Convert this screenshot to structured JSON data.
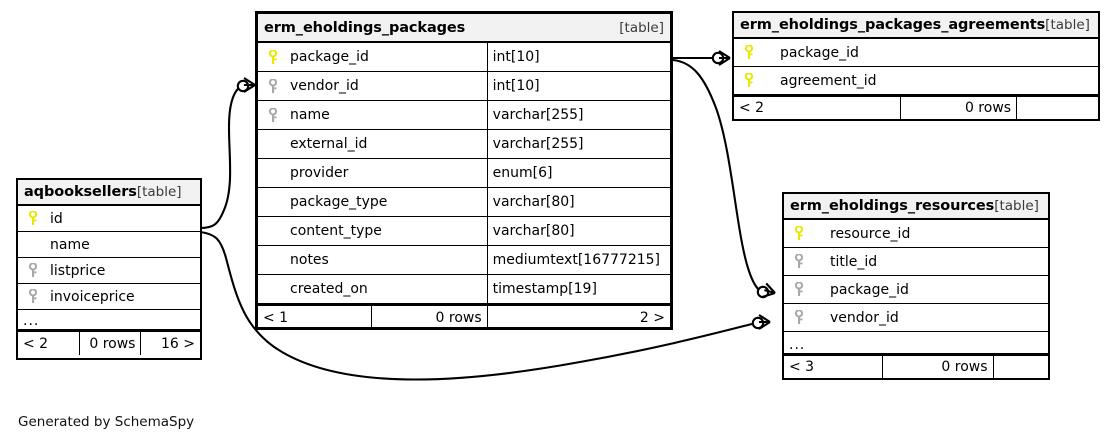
{
  "diagram": {
    "type": "entity-relationship-diagram",
    "generator_caption": "Generated by SchemaSpy",
    "table_tag": "[table]",
    "colors": {
      "primary_key": "#e8e800",
      "foreign_key": "#a8a8a8",
      "title_background": "#f2f2f2",
      "border": "#000000",
      "background": "#ffffff"
    }
  },
  "tables": {
    "aqbooksellers": {
      "name": "aqbooksellers",
      "tag": "[table]",
      "columns": [
        {
          "name": "id",
          "key": "primary"
        },
        {
          "name": "name",
          "key": "none"
        },
        {
          "name": "listprice",
          "key": "foreign"
        },
        {
          "name": "invoiceprice",
          "key": "foreign"
        }
      ],
      "more_indicator": "...",
      "footer": {
        "left": "< 2",
        "middle": "0 rows",
        "right": "16 >"
      }
    },
    "erm_eholdings_packages": {
      "name": "erm_eholdings_packages",
      "tag": "[table]",
      "columns": [
        {
          "name": "package_id",
          "type": "int[10]",
          "key": "primary"
        },
        {
          "name": "vendor_id",
          "type": "int[10]",
          "key": "foreign"
        },
        {
          "name": "name",
          "type": "varchar[255]",
          "key": "foreign"
        },
        {
          "name": "external_id",
          "type": "varchar[255]",
          "key": "none"
        },
        {
          "name": "provider",
          "type": "enum[6]",
          "key": "none"
        },
        {
          "name": "package_type",
          "type": "varchar[80]",
          "key": "none"
        },
        {
          "name": "content_type",
          "type": "varchar[80]",
          "key": "none"
        },
        {
          "name": "notes",
          "type": "mediumtext[16777215]",
          "key": "none"
        },
        {
          "name": "created_on",
          "type": "timestamp[19]",
          "key": "none"
        }
      ],
      "footer": {
        "left": "< 1",
        "middle": "0 rows",
        "right": "2 >"
      }
    },
    "erm_eholdings_packages_agreements": {
      "name": "erm_eholdings_packages_agreements",
      "tag": "[table]",
      "columns": [
        {
          "name": "package_id",
          "key": "primary"
        },
        {
          "name": "agreement_id",
          "key": "primary"
        }
      ],
      "footer": {
        "left": "< 2",
        "middle": "0 rows",
        "right": ""
      }
    },
    "erm_eholdings_resources": {
      "name": "erm_eholdings_resources",
      "tag": "[table]",
      "columns": [
        {
          "name": "resource_id",
          "key": "primary"
        },
        {
          "name": "title_id",
          "key": "foreign"
        },
        {
          "name": "package_id",
          "key": "foreign"
        },
        {
          "name": "vendor_id",
          "key": "foreign"
        }
      ],
      "more_indicator": "...",
      "footer": {
        "left": "< 3",
        "middle": "0 rows",
        "right": ""
      }
    }
  },
  "relationships": [
    {
      "from": "aqbooksellers.id",
      "to": "erm_eholdings_packages.vendor_id",
      "cardinality": "zero-or-many"
    },
    {
      "from": "aqbooksellers.id",
      "to": "erm_eholdings_resources.vendor_id",
      "cardinality": "zero-or-many"
    },
    {
      "from": "erm_eholdings_packages.package_id",
      "to": "erm_eholdings_packages_agreements.package_id",
      "cardinality": "zero-or-many"
    },
    {
      "from": "erm_eholdings_packages.package_id",
      "to": "erm_eholdings_resources.package_id",
      "cardinality": "zero-or-many"
    }
  ]
}
